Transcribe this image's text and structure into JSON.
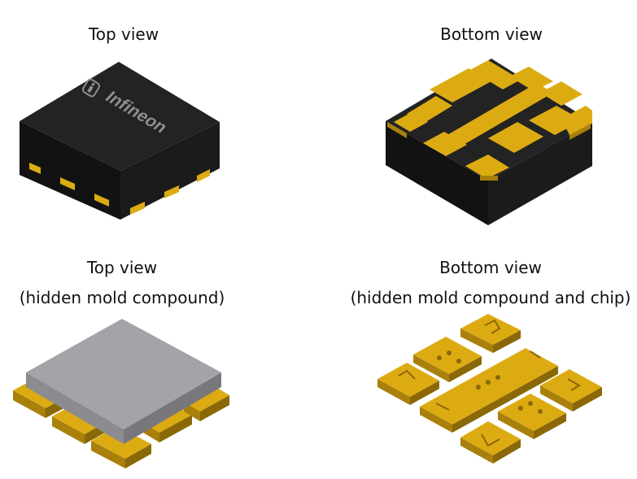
{
  "captions": {
    "top_view": "Top view",
    "bottom_view": "Bottom view",
    "top_view_hidden": "Top view",
    "top_view_hidden_sub": "(hidden mold compound)",
    "bottom_view_hidden": "Bottom view",
    "bottom_view_hidden_sub": "(hidden mold compound and chip)"
  },
  "package": {
    "brand_text": "Infineon"
  },
  "colors": {
    "mold_top": "#232323",
    "mold_left": "#121212",
    "mold_right": "#1b1b1b",
    "pad_gold": "#dcab12",
    "pad_gold_side": "#a9800c",
    "pad_gold_dark": "#8a6808",
    "chip_top": "#a3a3a8",
    "chip_side": "#8b8b90",
    "brand_text": "#8e8e8e"
  },
  "icons": {
    "brand_logo": "infineon-logo-icon"
  }
}
